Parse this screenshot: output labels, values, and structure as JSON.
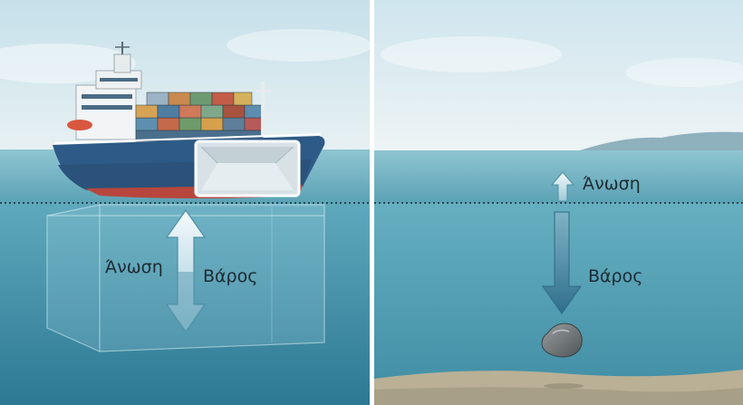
{
  "panels": {
    "ship": {
      "buoyancy_label": "Άνωση",
      "weight_label": "Βάρος"
    },
    "rock": {
      "buoyancy_label": "Άνωση",
      "weight_label": "Βάρος"
    }
  },
  "colors": {
    "sky": "#cfe4ec",
    "water_surface": "#6fb1c2",
    "water_deep": "#2f7f9a",
    "hull_blue": "#2d5a86",
    "hull_red": "#b8463c",
    "arrow_fill": "#e9f3f6",
    "arrow_dark": "#3f7f99",
    "seabed": "#bdb49a",
    "divider": "#ffffff"
  }
}
